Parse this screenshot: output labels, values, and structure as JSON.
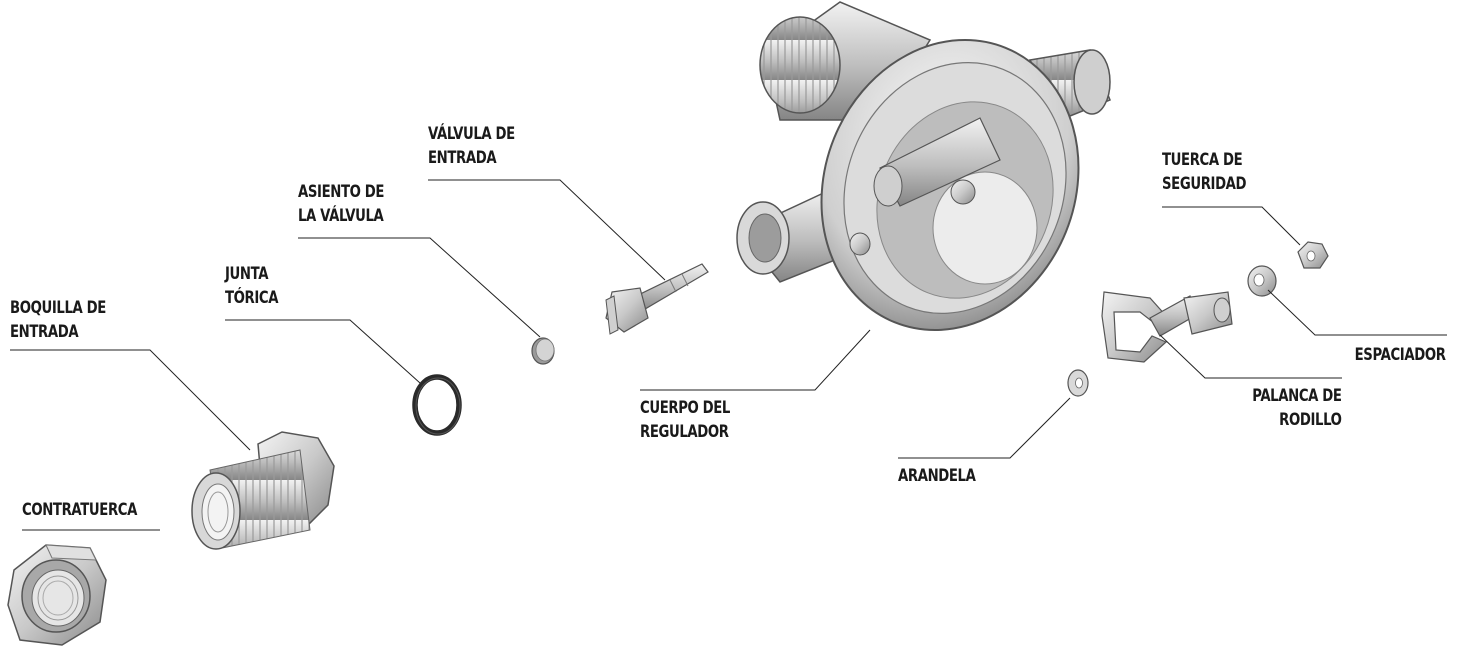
{
  "parts": {
    "valvula_entrada": [
      "VÁLVULA DE",
      "ENTRADA"
    ],
    "asiento_valvula": [
      "ASIENTO DE",
      "LA VÁLVULA"
    ],
    "junta_torica": [
      "JUNTA",
      "TÓRICA"
    ],
    "boquilla_entrada": [
      "BOQUILLA DE",
      "ENTRADA"
    ],
    "contratuerca": [
      "CONTRATUERCA"
    ],
    "cuerpo_regulador": [
      "CUERPO DEL",
      "REGULADOR"
    ],
    "tuerca_seguridad": [
      "TUERCA DE",
      "SEGURIDAD"
    ],
    "espaciador": [
      "ESPACIADOR"
    ],
    "palanca_rodillo": [
      "PALANCA DE",
      "RODILLO"
    ],
    "arandela": [
      "ARANDELA"
    ]
  },
  "colors": {
    "metal_light": "#e8e8e8",
    "metal_mid": "#b9b9b9",
    "metal_dark": "#7a7a7a",
    "oring": "#2a2a2a",
    "line": "#222222"
  }
}
